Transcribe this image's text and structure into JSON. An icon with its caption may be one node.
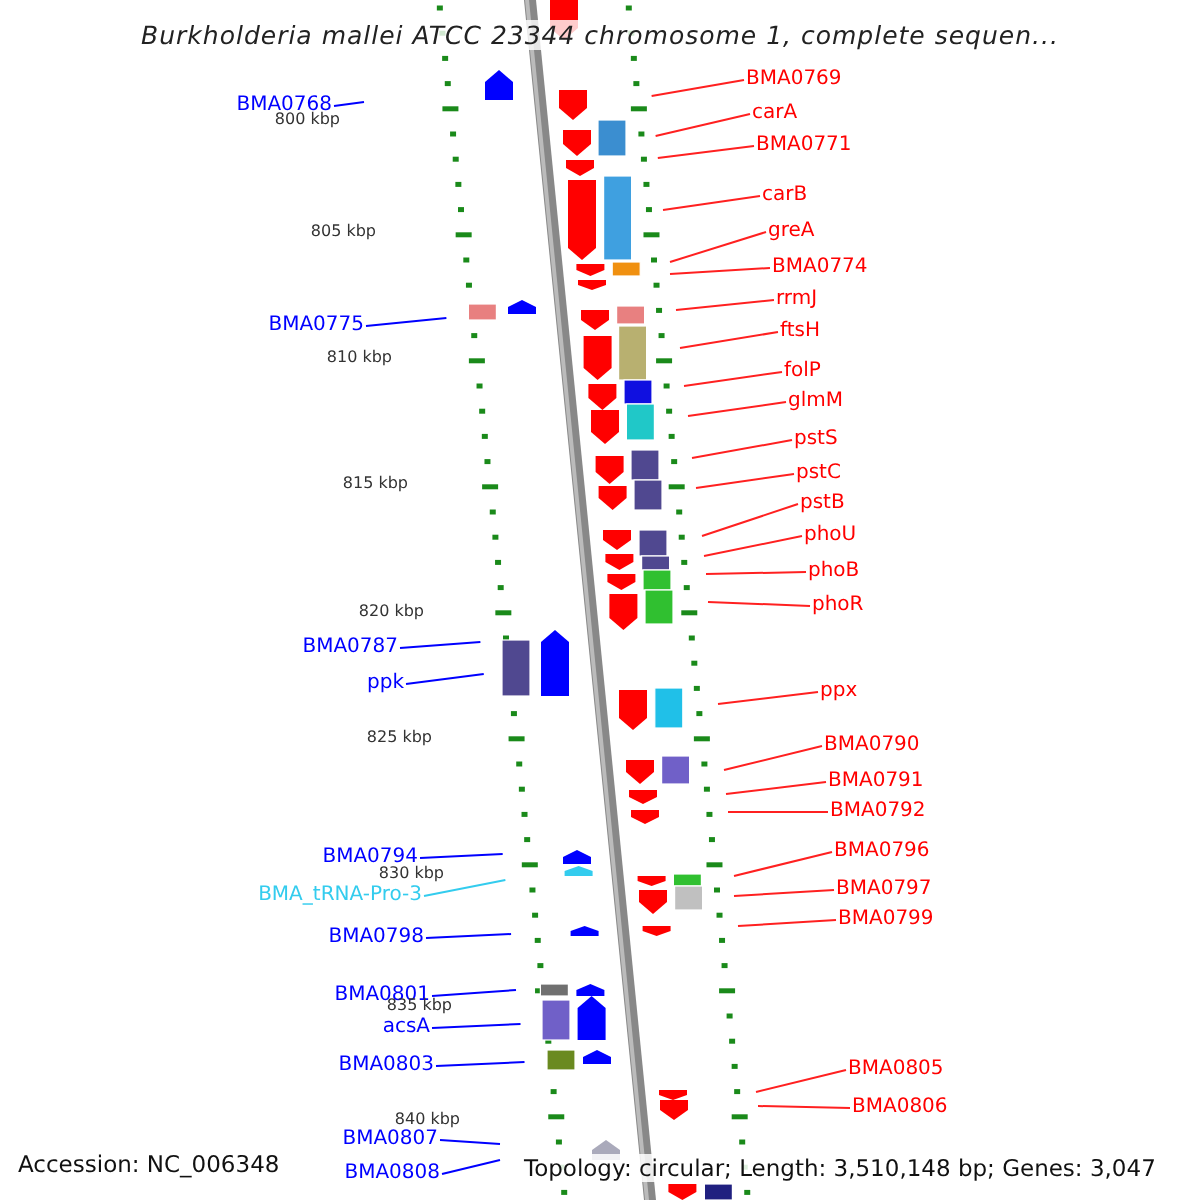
{
  "diagram": {
    "title": "Burkholderia mallei ATCC 23344 chromosome 1, complete sequen...",
    "nodes": [
      {
        "text": [
          "BMA0769"
        ]
      },
      {
        "text": [
          "BMA0768"
        ]
      },
      {
        "text": [
          "carA"
        ]
      },
      {
        "text": [
          "BMA0771"
        ]
      },
      {
        "text": [
          "carB"
        ]
      },
      {
        "text": [
          "greA"
        ]
      },
      {
        "text": [
          "BMA0774"
        ]
      },
      {
        "text": [
          "rrmJ"
        ]
      },
      {
        "text": [
          "BMA0775"
        ]
      },
      {
        "text": [
          "ftsH"
        ]
      },
      {
        "text": [
          "folP"
        ]
      },
      {
        "text": [
          "glmM"
        ]
      },
      {
        "text": [
          "pstS"
        ]
      },
      {
        "text": [
          "pstC"
        ]
      },
      {
        "text": [
          "pstB"
        ]
      },
      {
        "text": [
          "phoU"
        ]
      },
      {
        "text": [
          "phoB"
        ]
      },
      {
        "text": [
          "phoR"
        ]
      },
      {
        "text": [
          "BMA0787"
        ]
      },
      {
        "text": [
          "ppk"
        ]
      },
      {
        "text": [
          "ppx"
        ]
      },
      {
        "text": [
          "BMA0790"
        ]
      },
      {
        "text": [
          "BMA0791"
        ]
      },
      {
        "text": [
          "BMA0792"
        ]
      },
      {
        "text": [
          "BMA0796"
        ]
      },
      {
        "text": [
          "BMA0794"
        ]
      },
      {
        "text": [
          "BMA0797"
        ]
      },
      {
        "text": [
          "BMA_tRNA-Pro-3"
        ]
      },
      {
        "text": [
          "BMA0799"
        ]
      },
      {
        "text": [
          "BMA0798"
        ]
      },
      {
        "text": [
          "BMA0801"
        ]
      },
      {
        "text": [
          "acsA"
        ]
      },
      {
        "text": [
          "BMA0803"
        ]
      },
      {
        "text": [
          "BMA0805"
        ]
      },
      {
        "text": [
          "BMA0806"
        ]
      },
      {
        "text": [
          "BMA0807"
        ]
      },
      {
        "text": [
          "BMA0808"
        ]
      }
    ],
    "edges": [
      {
        "from": 0,
        "to": null,
        "arrow": "none"
      },
      {
        "from": 1,
        "to": null,
        "arrow": "none",
        "color": "#0000ff"
      },
      {
        "from": 2,
        "to": null,
        "arrow": "none"
      },
      {
        "from": 3,
        "to": null,
        "arrow": "none"
      },
      {
        "from": 4,
        "to": null,
        "arrow": "none"
      },
      {
        "from": 5,
        "to": null,
        "arrow": "none"
      },
      {
        "from": 6,
        "to": null,
        "arrow": "none"
      },
      {
        "from": 7,
        "to": null,
        "arrow": "none"
      },
      {
        "from": 8,
        "to": null,
        "arrow": "none",
        "color": "#0000ff"
      },
      {
        "from": 9,
        "to": null,
        "arrow": "none"
      },
      {
        "from": 10,
        "to": null,
        "arrow": "none"
      },
      {
        "from": 11,
        "to": null,
        "arrow": "none"
      },
      {
        "from": 12,
        "to": null,
        "arrow": "none"
      },
      {
        "from": 13,
        "to": null,
        "arrow": "none"
      },
      {
        "from": 14,
        "to": null,
        "arrow": "none"
      },
      {
        "from": 15,
        "to": null,
        "arrow": "none"
      },
      {
        "from": 16,
        "to": null,
        "arrow": "none"
      },
      {
        "from": 17,
        "to": null,
        "arrow": "none"
      },
      {
        "from": 18,
        "to": null,
        "arrow": "none",
        "color": "#0000ff"
      },
      {
        "from": 19,
        "to": null,
        "arrow": "none",
        "color": "#0000ff"
      },
      {
        "from": 20,
        "to": null,
        "arrow": "none"
      },
      {
        "from": 21,
        "to": null,
        "arrow": "none"
      },
      {
        "from": 22,
        "to": null,
        "arrow": "none"
      },
      {
        "from": 23,
        "to": null,
        "arrow": "none"
      },
      {
        "from": 24,
        "to": null,
        "arrow": "none"
      },
      {
        "from": 25,
        "to": null,
        "arrow": "none",
        "color": "#0000ff"
      },
      {
        "from": 26,
        "to": null,
        "arrow": "none"
      },
      {
        "from": 27,
        "to": null,
        "arrow": "none",
        "color": "#33ccee"
      },
      {
        "from": 28,
        "to": null,
        "arrow": "none"
      },
      {
        "from": 29,
        "to": null,
        "arrow": "none",
        "color": "#0000ff"
      },
      {
        "from": 30,
        "to": null,
        "arrow": "none",
        "color": "#0000ff"
      },
      {
        "from": 31,
        "to": null,
        "arrow": "none",
        "color": "#0000ff"
      },
      {
        "from": 32,
        "to": null,
        "arrow": "none",
        "color": "#0000ff"
      },
      {
        "from": 33,
        "to": null,
        "arrow": "none"
      },
      {
        "from": 34,
        "to": null,
        "arrow": "none"
      },
      {
        "from": 35,
        "to": null,
        "arrow": "none",
        "color": "#0000ff"
      },
      {
        "from": 36,
        "to": null,
        "arrow": "none",
        "color": "#0000ff"
      }
    ],
    "labels": [
      "800 kbp",
      "805 kbp",
      "810 kbp",
      "815 kbp",
      "820 kbp",
      "825 kbp",
      "830 kbp",
      "835 kbp",
      "840 kbp",
      "Accession: NC_006348",
      "Topology: circular; Length: 3,510,148 bp; Genes: 3,047"
    ]
  }
}
